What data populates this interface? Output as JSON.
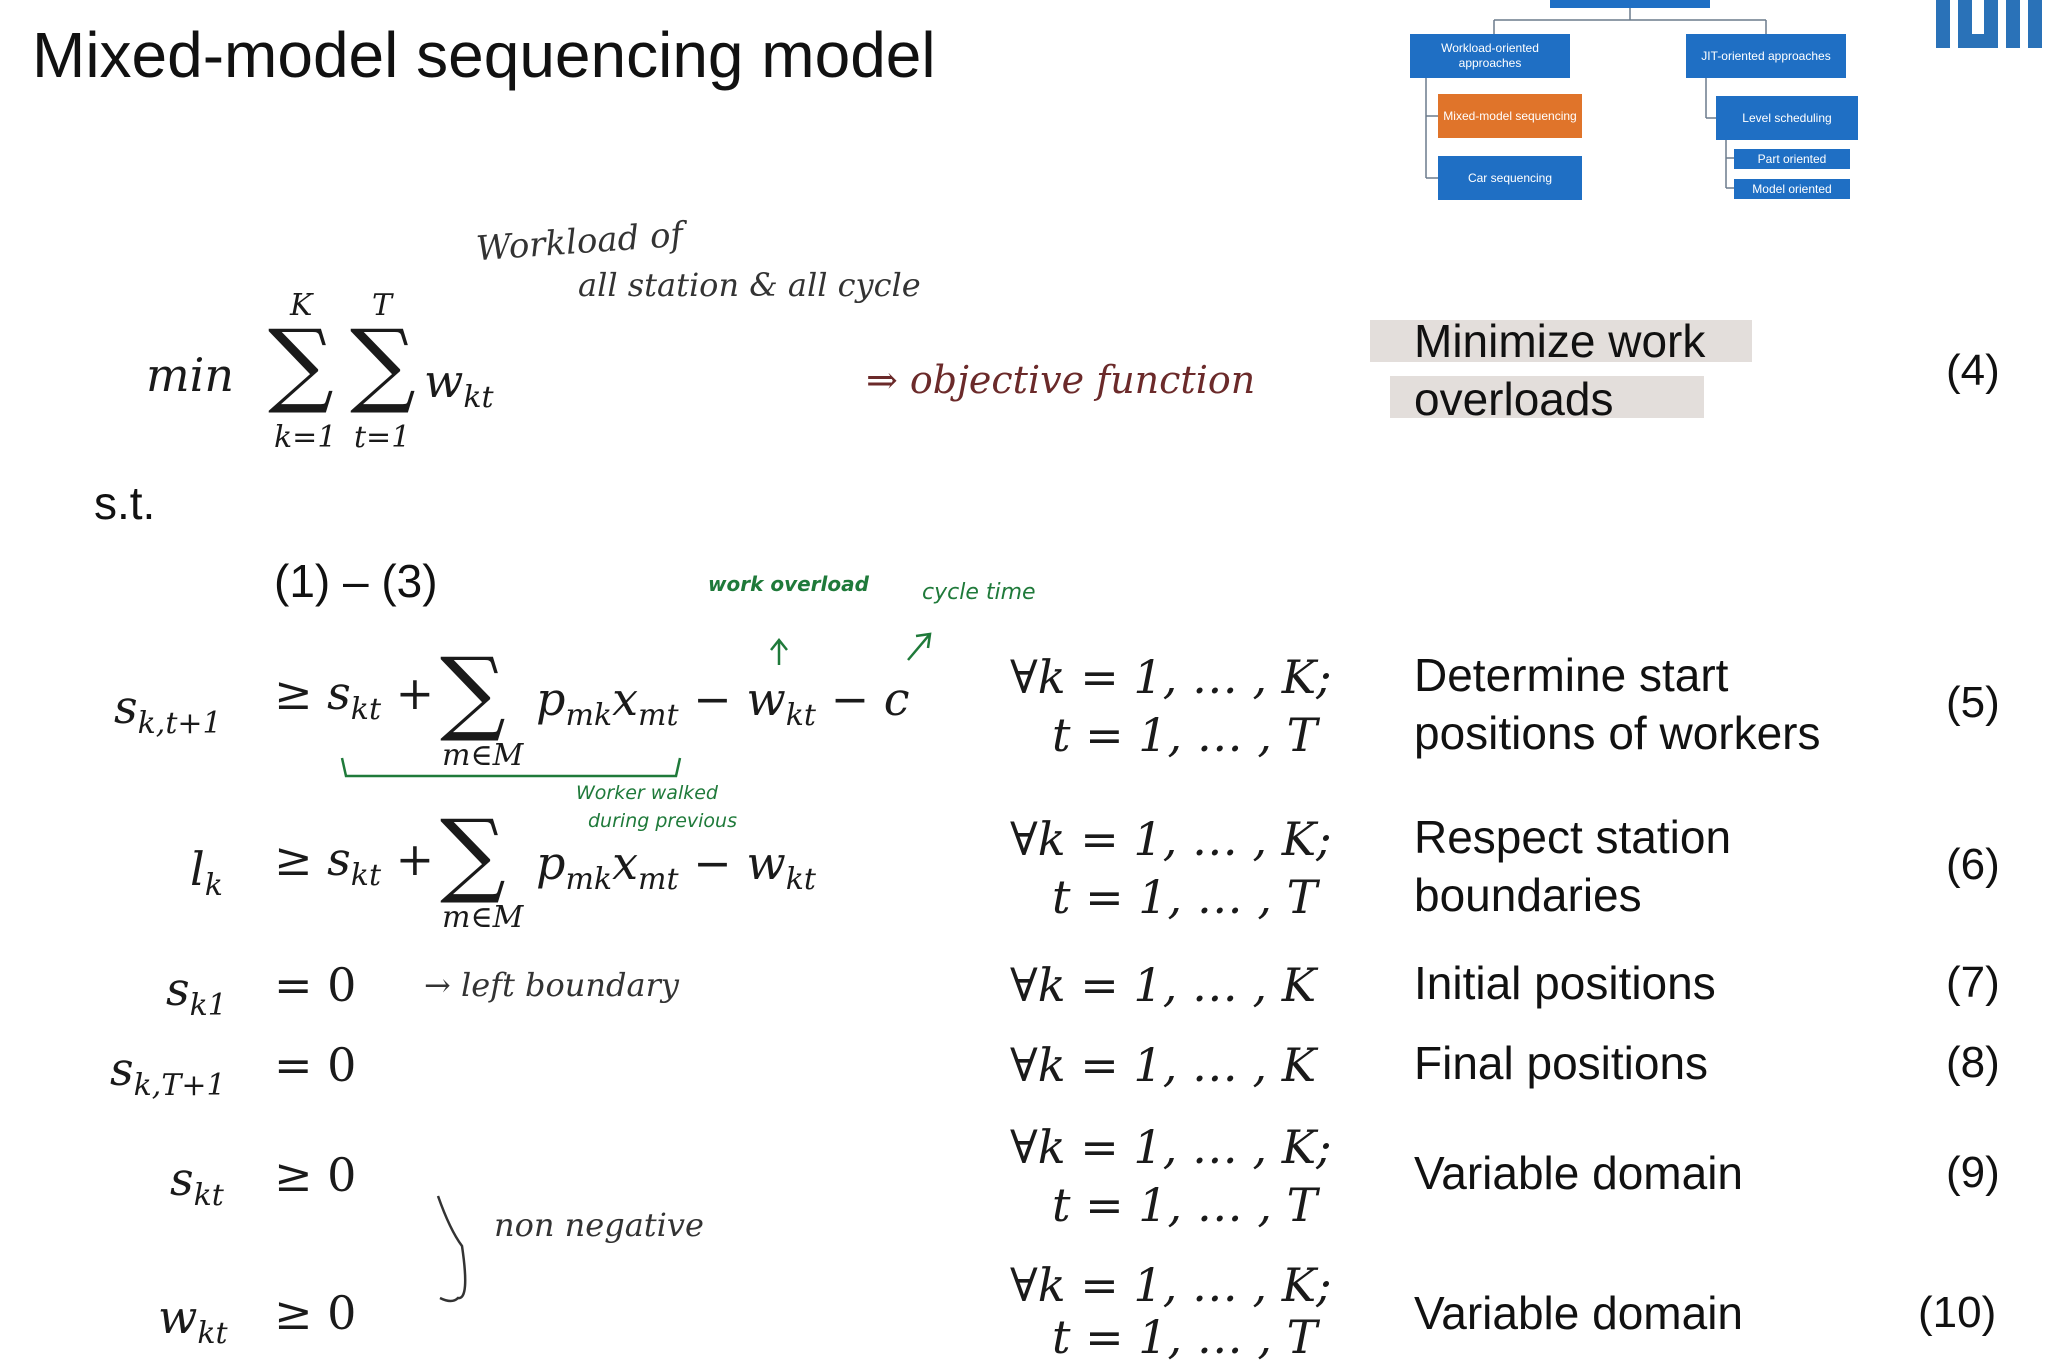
{
  "title": "Mixed-model sequencing model",
  "logo": "TUI",
  "hierarchy": {
    "workload": "Workload-oriented approaches",
    "jit": "JIT-oriented approaches",
    "mms": "Mixed-model sequencing",
    "car": "Car sequencing",
    "level": "Level scheduling",
    "part": "Part oriented",
    "model": "Model oriented"
  },
  "objective": {
    "min": "min",
    "upper_k": "K",
    "upper_t": "T",
    "lower_k": "k=1",
    "lower_t": "t=1",
    "term": "w",
    "term_sub": "kt",
    "label_line1": "Minimize work",
    "label_line2": "overloads",
    "number": "(4)"
  },
  "st": "s.t.",
  "ref": "(1) – (3)",
  "constraints": [
    {
      "lhs": "s",
      "lhs_sub": "k,t+1",
      "rhs": "≥ s",
      "rhs_sub": "kt",
      "sum_sub": "m∈M",
      "forall1": "∀k = 1, … , K;",
      "forall2": "t = 1, … , T",
      "label1": "Determine start",
      "label2": "positions of workers",
      "number": "(5)"
    },
    {
      "lhs": "l",
      "lhs_sub": "k",
      "rhs": "≥ s",
      "rhs_sub": "kt",
      "sum_sub": "m∈M",
      "forall1": "∀k = 1, … , K;",
      "forall2": "t = 1, … , T",
      "label1": "Respect station",
      "label2": "boundaries",
      "number": "(6)"
    },
    {
      "lhs": "s",
      "lhs_sub": "k1",
      "rhs": "= 0",
      "forall1": "∀k = 1, … , K",
      "label1": "Initial positions",
      "number": "(7)"
    },
    {
      "lhs": "s",
      "lhs_sub": "k,T+1",
      "rhs": "= 0",
      "forall1": "∀k = 1, … , K",
      "label1": "Final positions",
      "number": "(8)"
    },
    {
      "lhs": "s",
      "lhs_sub": "kt",
      "rhs": "≥ 0",
      "forall1": "∀k = 1, … , K;",
      "forall2": "t = 1, … , T",
      "label1": "Variable domain",
      "number": "(9)"
    },
    {
      "lhs": "w",
      "lhs_sub": "kt",
      "rhs": "≥ 0",
      "forall1": "∀k = 1, … , K;",
      "forall2": "t = 1, … , T",
      "label1": "Variable domain",
      "number": "(10)"
    }
  ],
  "notes": {
    "workload_of": "Workload of",
    "all_station": "all station & all cycle",
    "objective_fn": "⇒ objective function",
    "work_overload": "work overload",
    "cycle_time": "cycle time",
    "worker_walked": "Worker walked",
    "during_previous": "during previous",
    "left_boundary": "→ left boundary",
    "non_negative": "non negative"
  }
}
